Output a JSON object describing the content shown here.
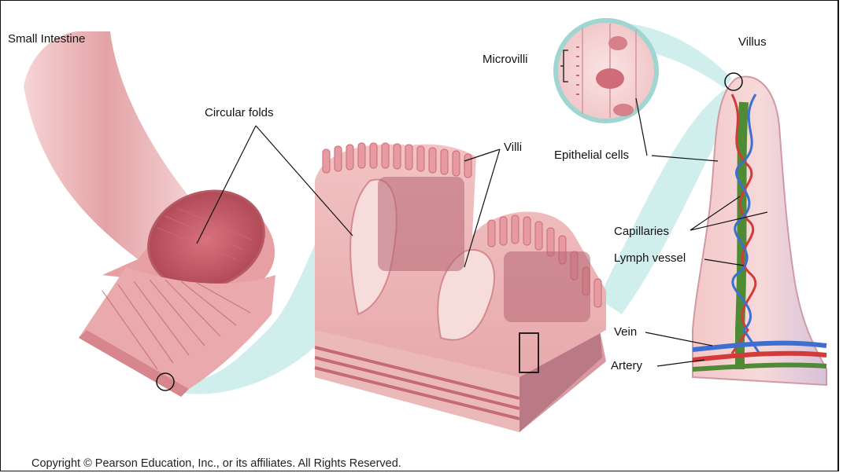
{
  "labels": {
    "small_intestine": "Small Intestine",
    "circular_folds": "Circular folds",
    "villi": "Villi",
    "microvilli": "Microvilli",
    "epithelial_cells": "Epithelial cells",
    "villus": "Villus",
    "capillaries": "Capillaries",
    "lymph_vessel": "Lymph vessel",
    "vein": "Vein",
    "artery": "Artery"
  },
  "copyright": "Copyright © Pearson Education, Inc., or its affiliates.  All Rights Reserved.",
  "colors": {
    "tissue_pink": "#e9a3a8",
    "tissue_dark": "#c96a74",
    "connector_teal": "#bfe6e4",
    "vein_blue": "#3d6fd1",
    "artery_red": "#d33a3a",
    "lymph_green": "#4f8a35"
  }
}
